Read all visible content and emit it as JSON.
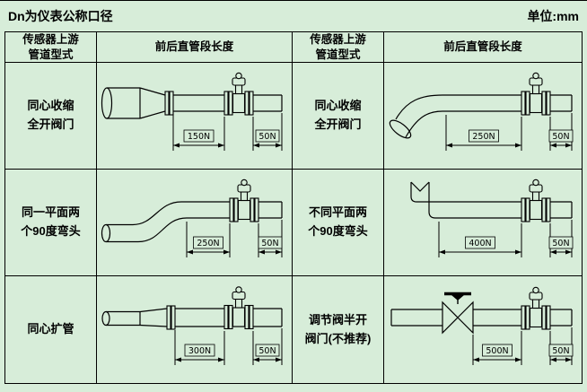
{
  "page": {
    "title": "Dn为仪表公称口径",
    "unit": "单位:mm"
  },
  "table": {
    "col_headers": [
      "传感器上游\n管道型式",
      "前后直管段长度",
      "传感器上游\n管道型式",
      "前后直管段长度"
    ],
    "cells": [
      {
        "label": "同心收缩\n全开阀门",
        "upstream": "150N",
        "downstream": "50N",
        "diagram": "concentric-reducer"
      },
      {
        "label": "同心收缩\n全开阀门",
        "upstream": "250N",
        "downstream": "50N",
        "diagram": "concentric-reducer-with-elbow"
      },
      {
        "label": "同一平面两\n个90度弯头",
        "upstream": "250N",
        "downstream": "50N",
        "diagram": "two-90deg-elbows-same-plane"
      },
      {
        "label": "不同平面两\n个90度弯头",
        "upstream": "400N",
        "downstream": "50N",
        "diagram": "two-90deg-elbows-different-plane"
      },
      {
        "label": "同心扩管",
        "upstream": "300N",
        "downstream": "50N",
        "diagram": "concentric-expander"
      },
      {
        "label": "调节阀半开\n阀门(不推荐)",
        "upstream": "500N",
        "downstream": "50N",
        "diagram": "half-open-regulating-valve"
      }
    ]
  },
  "colors": {
    "background": "#d7edd9",
    "line": "#000000"
  }
}
